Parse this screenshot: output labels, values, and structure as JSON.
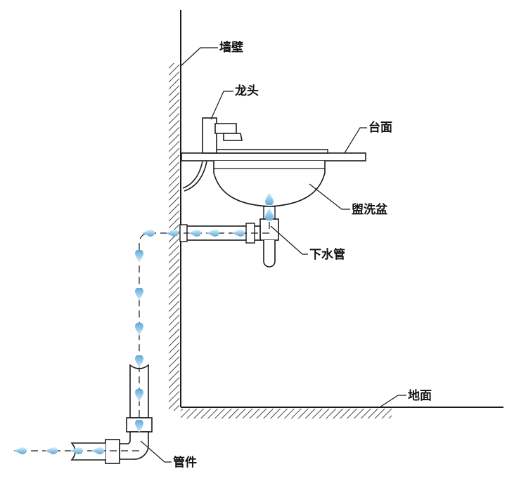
{
  "labels": {
    "wall": "墙壁",
    "faucet": "龙头",
    "countertop": "台面",
    "basin": "盥洗盆",
    "drain_pipe": "下水管",
    "floor": "地面",
    "fitting": "管件"
  },
  "colors": {
    "line": "#1a1a1a",
    "water": "#5aa7d8",
    "water_light": "#a8d3ee",
    "label": "#111111"
  },
  "icons": {
    "water_drop": "water-drop-icon",
    "flow_arrow": "flow-arrow-icon"
  }
}
